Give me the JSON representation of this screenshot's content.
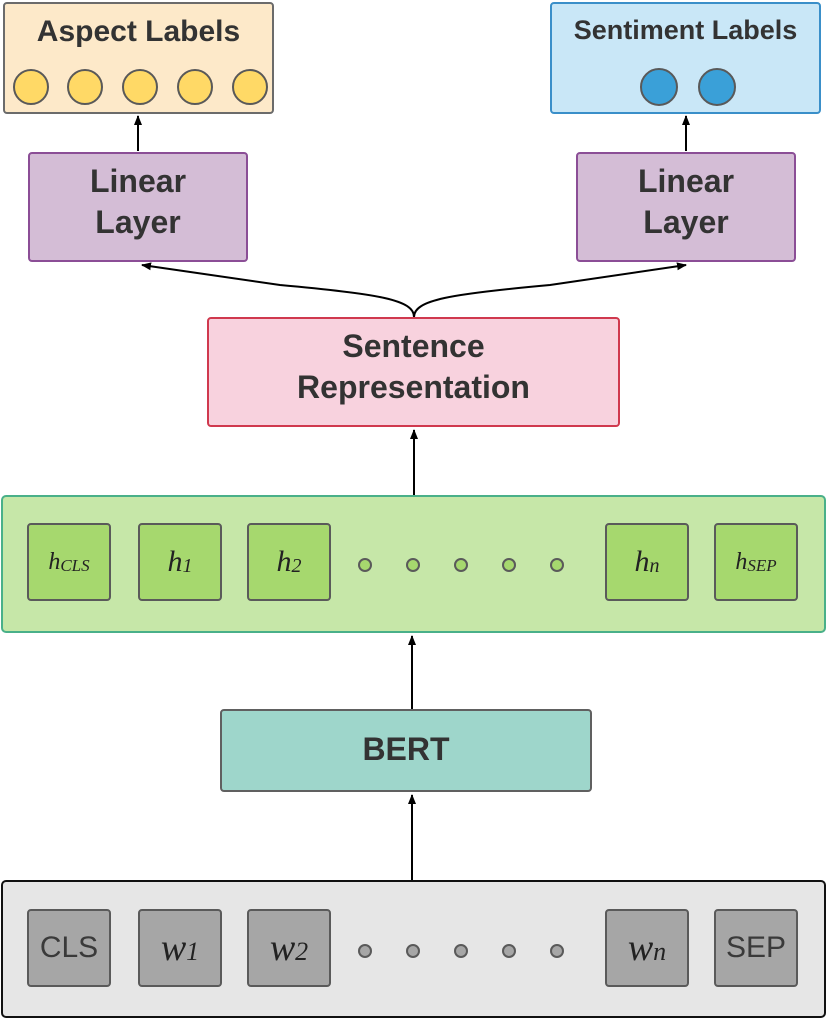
{
  "aspect_labels": {
    "title": "Aspect Labels",
    "circle_count": 5,
    "circle_color": "#ffd966"
  },
  "sentiment_labels": {
    "title": "Sentiment Labels",
    "circle_count": 2,
    "circle_color": "#3aa0d8"
  },
  "linear_layer_left": {
    "line1": "Linear",
    "line2": "Layer"
  },
  "linear_layer_right": {
    "line1": "Linear",
    "line2": "Layer"
  },
  "sentence_representation": {
    "line1": "Sentence",
    "line2": "Representation"
  },
  "hidden_states": {
    "tokens": [
      {
        "base": "h",
        "sub": "CLS"
      },
      {
        "base": "h",
        "sub": "1"
      },
      {
        "base": "h",
        "sub": "2"
      },
      {
        "base": "h",
        "sub": "n"
      },
      {
        "base": "h",
        "sub": "SEP"
      }
    ],
    "ellipsis_dots": 5,
    "panel_color": "#c6e7a8"
  },
  "bert": {
    "label": "BERT",
    "color": "#9ed6cb"
  },
  "input_tokens": {
    "tokens": [
      {
        "text": "CLS"
      },
      {
        "base": "w",
        "sub": "1"
      },
      {
        "base": "w",
        "sub": "2"
      },
      {
        "base": "w",
        "sub": "n"
      },
      {
        "text": "SEP"
      }
    ],
    "ellipsis_dots": 5,
    "panel_color": "#e6e6e6"
  },
  "colors": {
    "aspect_panel": "#fde9c9",
    "sentiment_panel": "#c9e7f7",
    "linear_layer": "#d4bdd6",
    "sentence_representation": "#f8d2de",
    "arrow": "#000000"
  }
}
